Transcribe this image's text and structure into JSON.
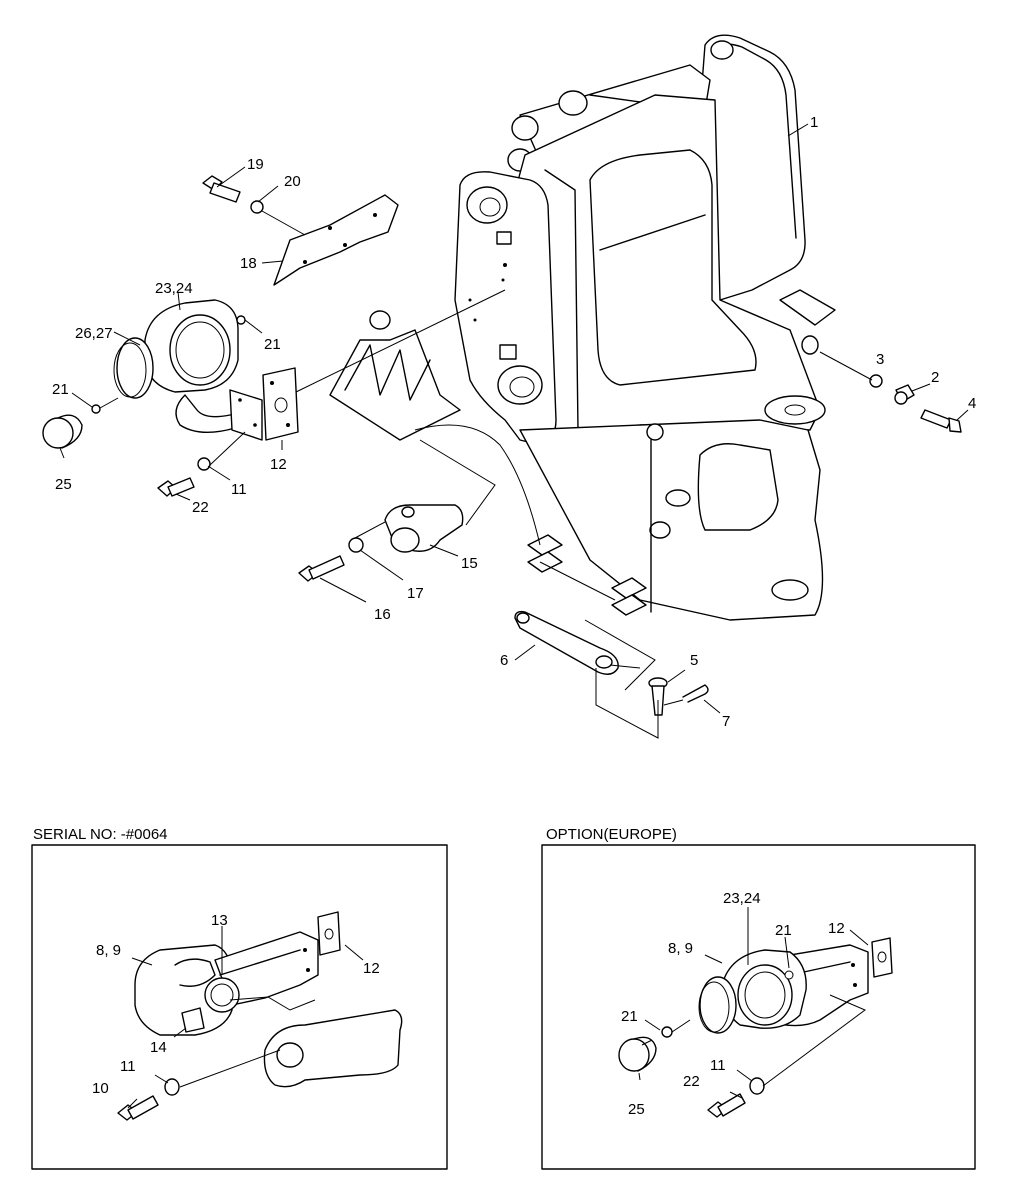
{
  "main_callouts": {
    "c1": "1",
    "c2": "2",
    "c3": "3",
    "c4": "4",
    "c5": "5",
    "c6": "6",
    "c7": "7",
    "c11": "11",
    "c12": "12",
    "c15": "15",
    "c16": "16",
    "c17": "17",
    "c18": "18",
    "c19": "19",
    "c20": "20",
    "c21a": "21",
    "c21b": "21",
    "c22": "22",
    "c2324": "23,24",
    "c2627": "26,27",
    "c25": "25"
  },
  "inset_serial": {
    "title": "SERIAL NO: -#0064",
    "callouts": {
      "c13": "13",
      "c89": "8, 9",
      "c12": "12",
      "c14": "14",
      "c11": "11",
      "c10": "10"
    }
  },
  "inset_option": {
    "title": "OPTION(EUROPE)",
    "callouts": {
      "c2324": "23,24",
      "c21a": "21",
      "c12": "12",
      "c89": "8, 9",
      "c21b": "21",
      "c11": "11",
      "c22": "22",
      "c25": "25"
    }
  }
}
